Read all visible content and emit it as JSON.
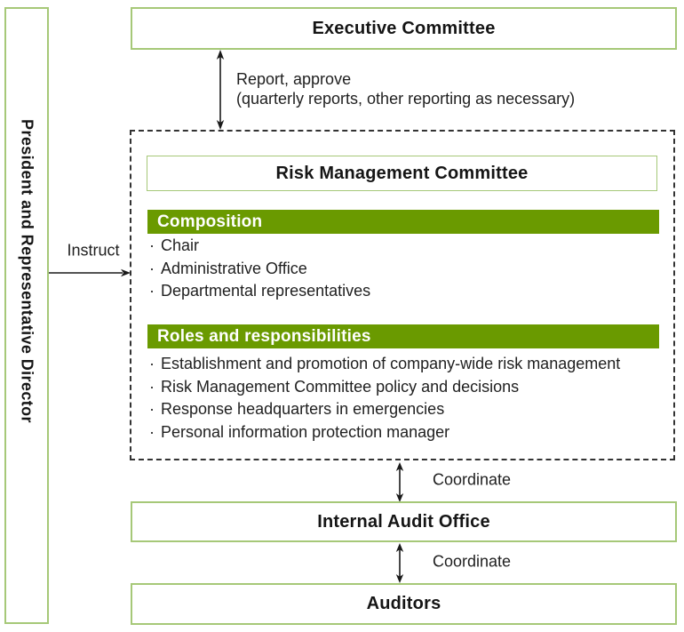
{
  "colors": {
    "box_border_green": "#a6c878",
    "header_bar_green": "#6a9a00",
    "dashed_border": "#333333",
    "arrow_black": "#1a1a1a",
    "text_dark": "#1f1f1f"
  },
  "bullet_char": "·",
  "president_box": {
    "label": "President and Representative Director"
  },
  "executive_box": {
    "label": "Executive Committee"
  },
  "report_arrow": {
    "line1": "Report, approve",
    "line2": "(quarterly reports, other reporting as necessary)"
  },
  "instruct_arrow": {
    "label": "Instruct"
  },
  "risk_committee": {
    "title": "Risk Management Committee",
    "composition": {
      "heading": "Composition",
      "items": [
        "Chair",
        "Administrative Office",
        "Departmental representatives"
      ]
    },
    "roles": {
      "heading": "Roles and responsibilities",
      "items": [
        "Establishment and promotion of company-wide risk management",
        "Risk Management Committee policy and decisions",
        "Response headquarters in emergencies",
        "Personal information protection manager"
      ]
    }
  },
  "coordinate_arrows": {
    "upper_label": "Coordinate",
    "lower_label": "Coordinate"
  },
  "internal_audit_box": {
    "label": "Internal Audit Office"
  },
  "auditors_box": {
    "label": "Auditors"
  }
}
